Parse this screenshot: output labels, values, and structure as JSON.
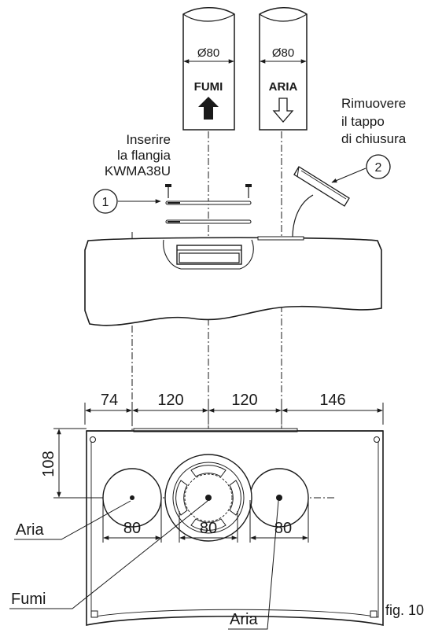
{
  "pipes": {
    "fumi": {
      "diameter": "Ø80",
      "label": "FUMI"
    },
    "aria": {
      "diameter": "Ø80",
      "label": "ARIA"
    }
  },
  "callouts": {
    "step1": {
      "number": "1",
      "text": [
        "Inserire",
        "la flangia",
        "KWMA38U"
      ]
    },
    "step2": {
      "number": "2",
      "text": [
        "Rimuovere",
        "il tappo",
        "di chiusura"
      ]
    }
  },
  "dimensions": {
    "top_row": [
      "74",
      "120",
      "120",
      "146"
    ],
    "height": "108",
    "hole_diameters": [
      "80",
      "80",
      "80"
    ]
  },
  "labels": {
    "aria_left": "Aria",
    "fumi": "Fumi",
    "aria_bottom": "Aria"
  },
  "figure": "fig. 10",
  "colors": {
    "line": "#1a1a1a",
    "background": "#ffffff"
  }
}
